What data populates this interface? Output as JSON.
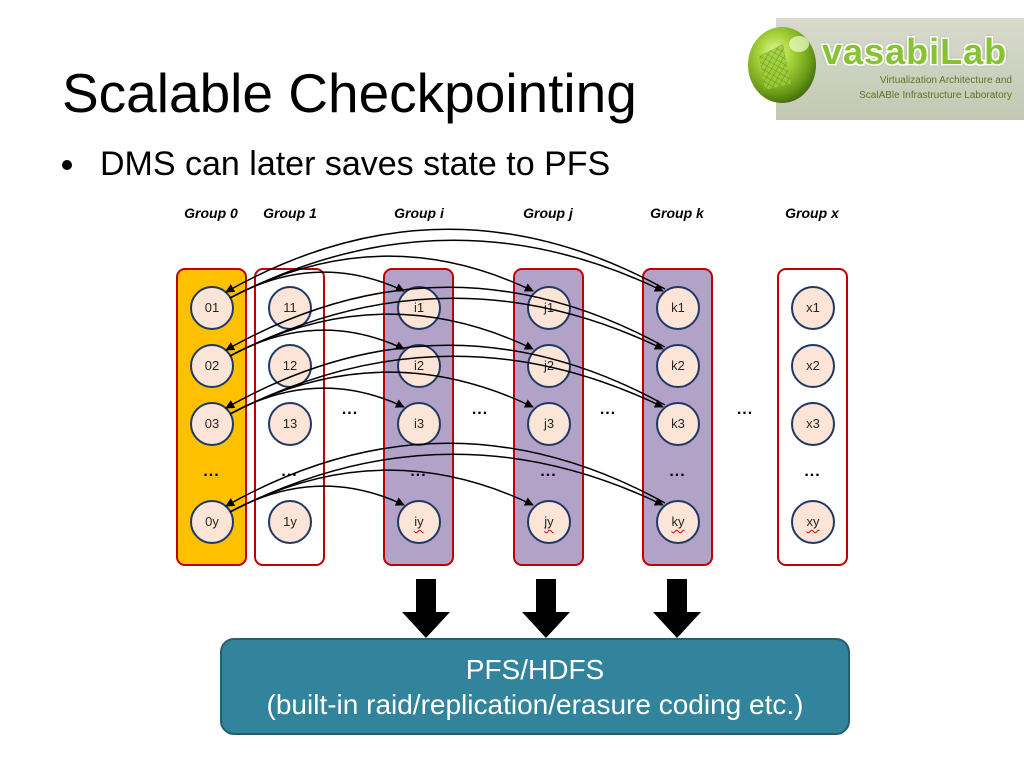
{
  "slide": {
    "title": "Scalable Checkpointing",
    "bullets": [
      "DMS can later saves state to PFS"
    ]
  },
  "logo": {
    "name": "vasabiLab",
    "subtitle_line1": "Virtualization Architecture and",
    "subtitle_line2": "ScalABle Infrastructure Laboratory"
  },
  "diagram": {
    "groups": [
      {
        "label": "Group 0",
        "nodes": [
          "01",
          "02",
          "03",
          "...",
          "0y"
        ]
      },
      {
        "label": "Group 1",
        "nodes": [
          "11",
          "12",
          "13",
          "...",
          "1y"
        ]
      },
      {
        "label": "Group i",
        "nodes": [
          "i1",
          "i2",
          "i3",
          "...",
          "iy"
        ]
      },
      {
        "label": "Group j",
        "nodes": [
          "j1",
          "j2",
          "j3",
          "...",
          "jy"
        ]
      },
      {
        "label": "Group k",
        "nodes": [
          "k1",
          "k2",
          "k3",
          "...",
          "ky"
        ]
      },
      {
        "label": "Group x",
        "nodes": [
          "x1",
          "x2",
          "x3",
          "...",
          "xy"
        ]
      }
    ],
    "gap_ellipses": [
      "...",
      "...",
      "...",
      "..."
    ],
    "storage": {
      "title": "PFS/HDFS",
      "subtitle": "(built-in raid/replication/erasure coding etc.)"
    },
    "colors": {
      "group0_fill": "#FFC000",
      "target_group_fill": "#B3A2C7",
      "group_border": "#C00000",
      "node_fill": "#FCE4D6",
      "node_border": "#1F3864",
      "storage_fill": "#31849B",
      "storage_border": "#245F6E"
    }
  }
}
